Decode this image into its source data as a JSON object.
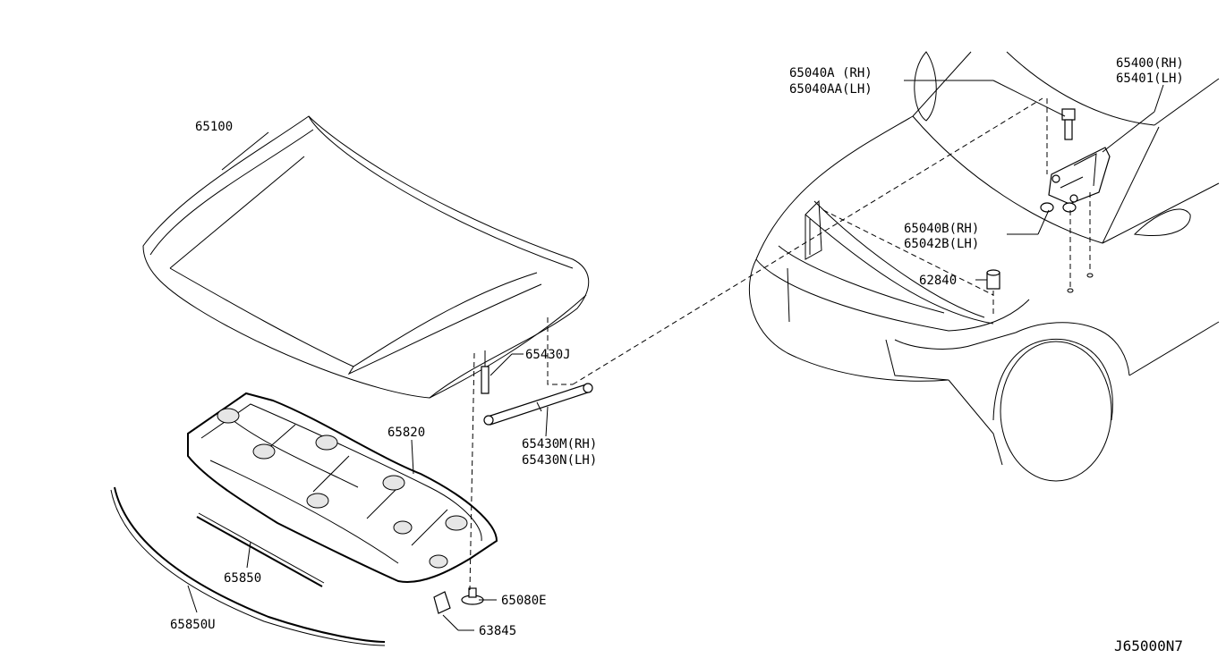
{
  "labels": {
    "p65100": "65100",
    "p65040A": "65040A (RH)",
    "p65040AA": "65040AA(LH)",
    "p65400": "65400(RH)",
    "p65401": "65401(LH)",
    "p65040B": "65040B(RH)",
    "p65042B": "65042B(LH)",
    "p62840": "62840",
    "p65430J": "65430J",
    "p65820": "65820",
    "p65430M": "65430M(RH)",
    "p65430N": "65430N(LH)",
    "p65850": "65850",
    "p65850U": "65850U",
    "p65080E": "65080E",
    "p63845": "63845",
    "diagram_code": "J65000N7"
  }
}
